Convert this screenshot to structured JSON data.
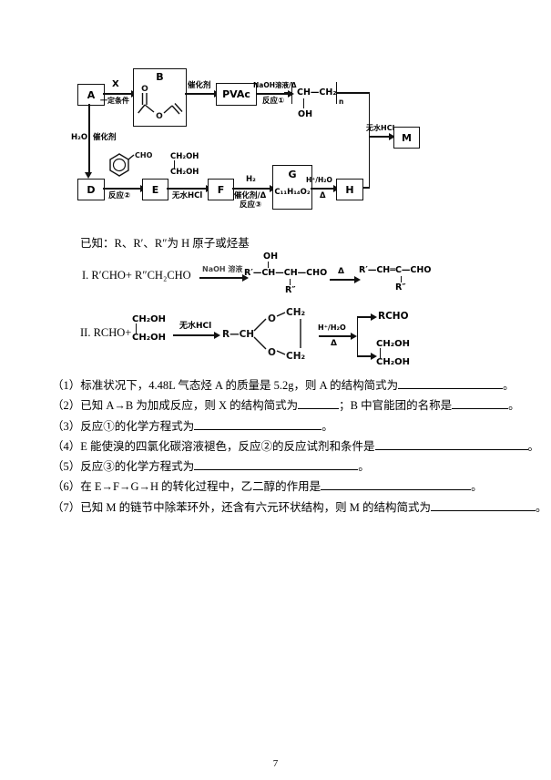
{
  "doc": {
    "page_number": "7"
  },
  "diagram": {
    "box_a": "A",
    "box_b": "B",
    "box_pvac": "PVAc",
    "box_m": "M",
    "box_d": "D",
    "box_e": "E",
    "box_f": "F",
    "box_g": "G",
    "box_g_formula": "C₁₁H₁₄O₂",
    "box_h": "H",
    "arrow_ab_top": "X",
    "arrow_ab_bottom": "一定条件",
    "arrow_bpvac_top": "催化剂",
    "arrow_pvac_top": "NaOH溶液/Δ",
    "arrow_pvac_bottom": "反应①",
    "polymer_unit": "CH—CH₂",
    "polymer_sub": "n",
    "polymer_oh": "OH",
    "arrow_m_top": "无水HCl",
    "arrow_ad_left": "H₂O",
    "arrow_ad_right": "催化剂",
    "benzaldehyde_cho": "CHO",
    "arrow_de_bottom": "反应②",
    "glycol_top": "CH₂OH",
    "glycol_bottom": "CH₂OH",
    "arrow_ef_bottom": "无水HCl",
    "arrow_fg_top": "H₂",
    "arrow_fg_mid": "催化剂/Δ",
    "arrow_fg_bottom": "反应③",
    "arrow_gh_top": "H⁺/H₂O",
    "arrow_gh_bottom": "Δ",
    "ester_o1": "O",
    "ester_o2": "O"
  },
  "known": {
    "intro": "已知：R、R′、R″为 H 原子或烃基",
    "rxn1": {
      "reactants": "I. R′CHO+ R″CH₂CHO",
      "cond": "NaOH 溶液",
      "p1_oh": "OH",
      "p1_main": "R′—CH—CH—CHO",
      "p1_sub": "R″",
      "cond2": "Δ",
      "p2_main": "R′—CH═C—CHO",
      "p2_sub": "R″"
    },
    "rxn2": {
      "reactants": "II. RCHO+",
      "glycol_top": "CH₂OH",
      "glycol_bottom": "CH₂OH",
      "cond": "无水HCl",
      "ring_left": "R—CH",
      "ring_o_top": "O",
      "ring_o_bottom": "O",
      "ring_ch2_top": "CH₂",
      "ring_ch2_bottom": "CH₂",
      "cond2_top": "H⁺/H₂O",
      "cond2_bottom": "Δ",
      "out_top": "RCHO",
      "out_glycol_top": "CH₂OH",
      "out_glycol_bottom": "CH₂OH"
    }
  },
  "questions": {
    "q1a": "（1）标准状况下，4.48L 气态烃 A 的质量是 5.2g，则 A 的结构简式为",
    "q1b": "。",
    "q2a": "（2）已知 A→B 为加成反应，则 X 的结构简式为",
    "q2b": "；B 中官能团的名称是",
    "q2c": "。",
    "q3a": "（3）反应①的化学方程式为",
    "q3b": "。",
    "q4a": "（4）E 能使溴的四氯化碳溶液褪色，反应②的反应试剂和条件是",
    "q4b": "。",
    "q5a": "（5）反应③的化学方程式为",
    "q5b": "。",
    "q6a": "（6）在 E→F→G→H 的转化过程中，乙二醇的作用是",
    "q6b": "。",
    "q7a": "（7）已知 M 的链节中除苯环外，还含有六元环状结构，则 M 的结构简式为",
    "q7b": "。"
  }
}
